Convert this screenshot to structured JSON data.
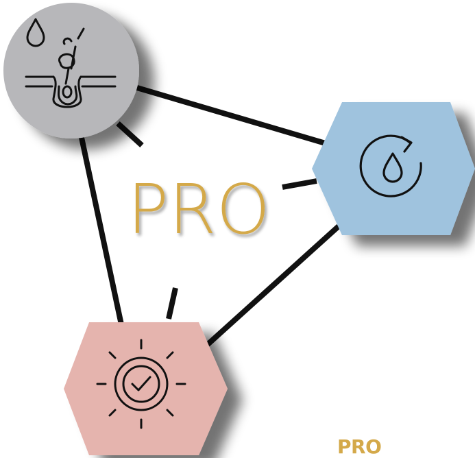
{
  "center_label": "PRO",
  "footer_label": "PRO",
  "nodes": [
    {
      "id": "hair-follicle",
      "icon": "hair-follicle-drop-icon",
      "shape": "circle",
      "color": "#b7b7ba"
    },
    {
      "id": "cycle",
      "icon": "droplet-refresh-icon",
      "shape": "hexagon",
      "color": "#9fc3de"
    },
    {
      "id": "sun-check",
      "icon": "sun-check-icon",
      "shape": "hexagon",
      "color": "#e5b4ae"
    }
  ],
  "colors": {
    "gold": "#d4a94a",
    "line": "#111111",
    "icon_stroke": "#111111"
  }
}
